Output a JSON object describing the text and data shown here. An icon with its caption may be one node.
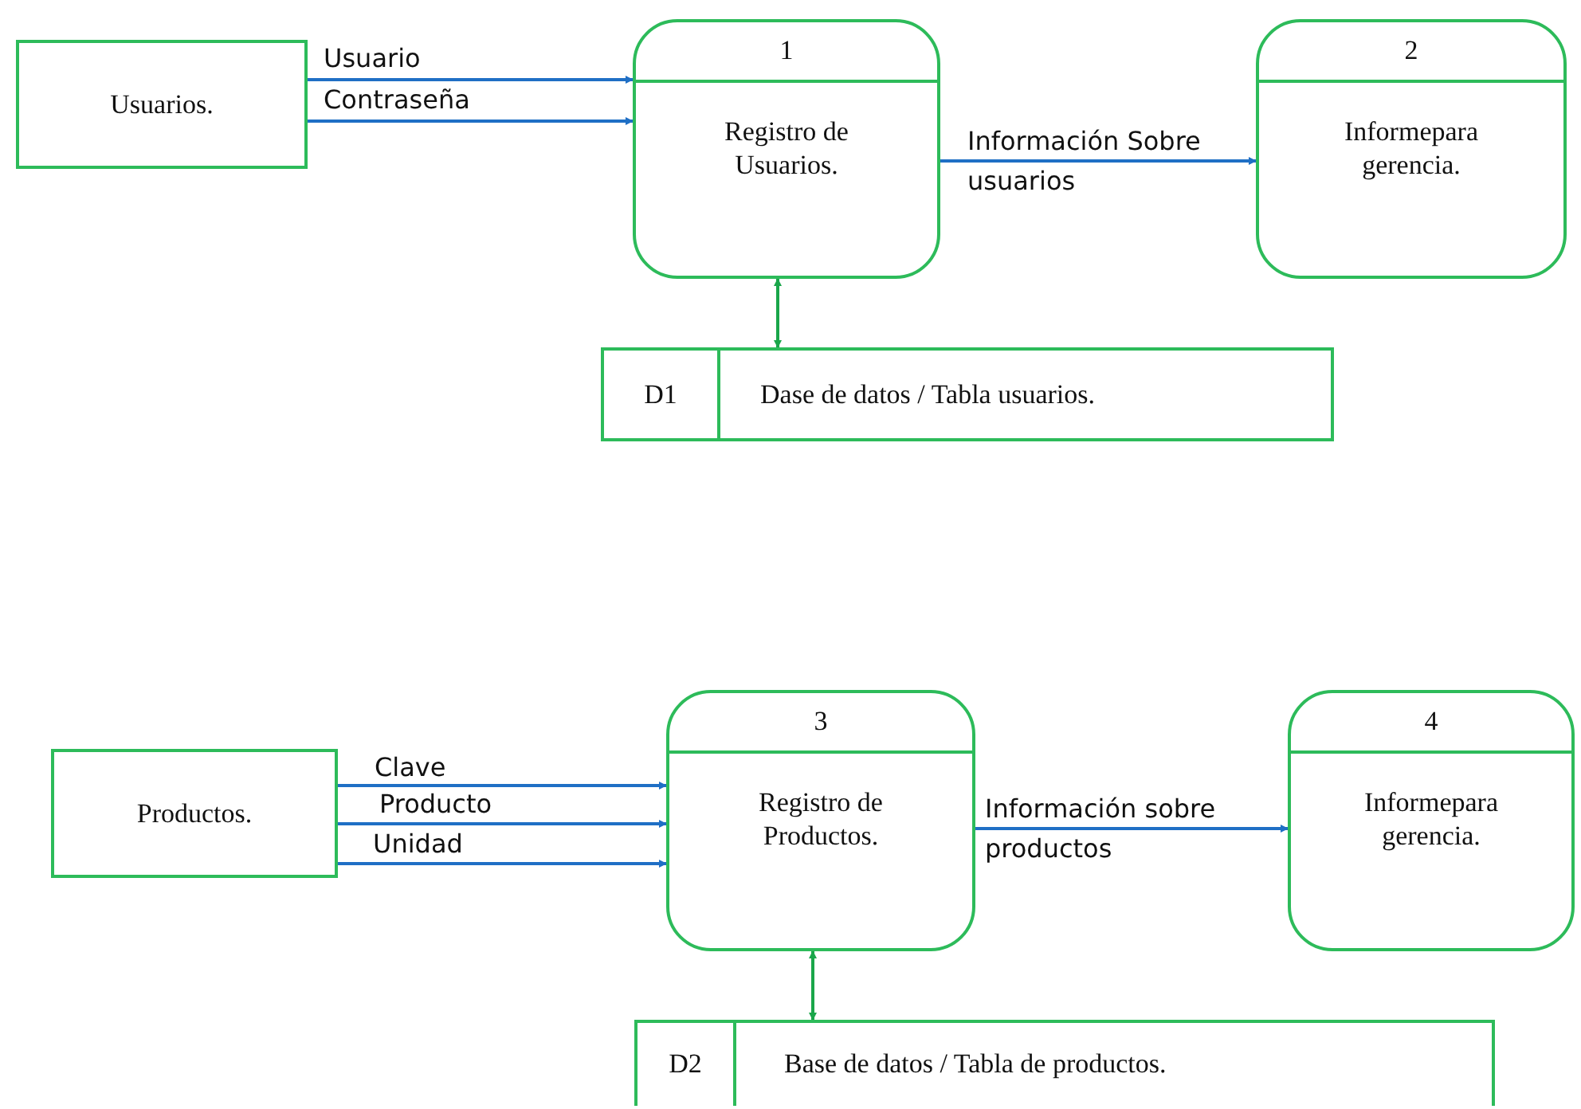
{
  "diagram": {
    "nodes": [
      {
        "text": [
          "Usuarios."
        ]
      },
      {
        "text": [
          "1",
          "Registro de Usuarios."
        ]
      },
      {
        "text": [
          "2",
          "Informepara gerencia."
        ]
      },
      {
        "text": [
          "D1",
          "Dase de datos / Tabla usuarios."
        ]
      },
      {
        "text": [
          "Productos."
        ]
      },
      {
        "text": [
          "3",
          "Registro de Productos."
        ]
      },
      {
        "text": [
          "4",
          "Informepara gerencia."
        ]
      },
      {
        "text": [
          "D2",
          "Base de datos / Tabla de productos."
        ]
      }
    ],
    "edges": [
      {
        "from": 0,
        "to": 1,
        "arrow": "to",
        "label": "Usuario"
      },
      {
        "from": 0,
        "to": 1,
        "arrow": "to",
        "label": "Contraseña"
      },
      {
        "from": 1,
        "to": 2,
        "arrow": "to",
        "label": "Información Sobre usuarios"
      },
      {
        "from": 1,
        "to": 3,
        "arrow": "both",
        "color": "#1aa64a"
      },
      {
        "from": 4,
        "to": 5,
        "arrow": "to",
        "label": "Clave"
      },
      {
        "from": 4,
        "to": 5,
        "arrow": "to",
        "label": "Producto"
      },
      {
        "from": 4,
        "to": 5,
        "arrow": "to",
        "label": "Unidad"
      },
      {
        "from": 5,
        "to": 6,
        "arrow": "to",
        "label": "Información sobre productos"
      },
      {
        "from": 5,
        "to": 7,
        "arrow": "both",
        "color": "#1aa64a"
      }
    ]
  }
}
